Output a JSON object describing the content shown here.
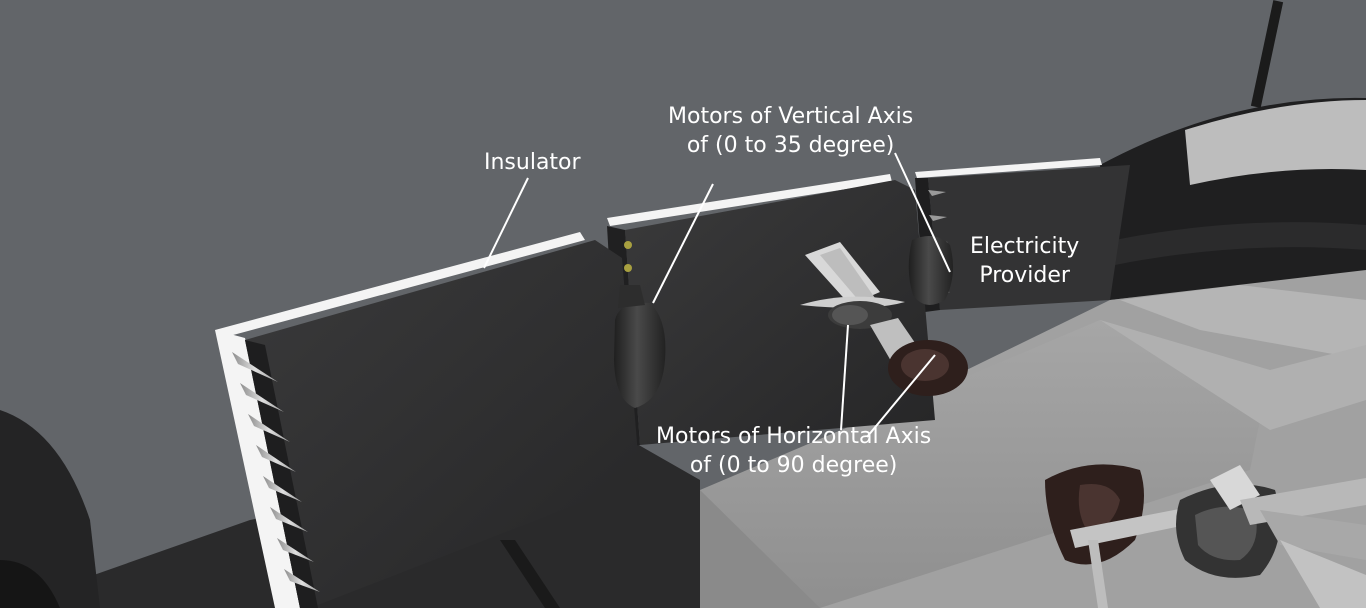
{
  "labels": {
    "insulator": "Insulator",
    "vertical_motors": [
      "Motors of Vertical Axis",
      "of (0 to 35 degree)"
    ],
    "electricity_provider": [
      "Electricity",
      "Provider"
    ],
    "horizontal_motors": [
      "Motors of Horizontal Axis",
      "of (0 to 90 degree)"
    ]
  },
  "colors": {
    "background": "#626569",
    "panel_dark": "#333334",
    "panel_face": "#2c2c2d",
    "insulator_strip": "#f4f4f4",
    "platform": "#9a9a9a",
    "motor_dark": "#2a2a2a",
    "motor_brown": "#2e1f1c",
    "label_text": "#ffffff"
  }
}
